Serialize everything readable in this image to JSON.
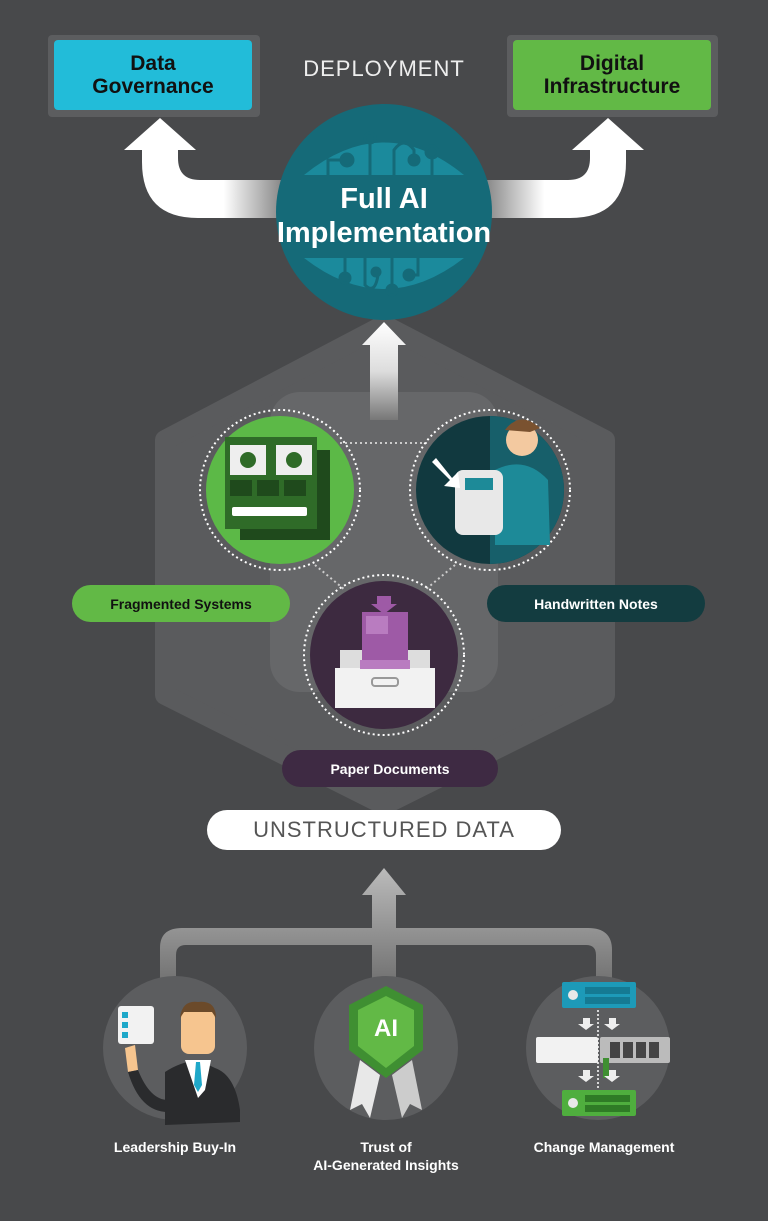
{
  "deployment": {
    "heading": "DEPLOYMENT",
    "left_box": {
      "line1": "Data",
      "line2": "Governance"
    },
    "right_box": {
      "line1": "Digital",
      "line2": "Infrastructure"
    },
    "center": {
      "line1": "Full AI",
      "line2": "Implementation"
    }
  },
  "challenges": {
    "items": [
      {
        "label": "Fragmented Systems"
      },
      {
        "label": "Handwritten Notes"
      },
      {
        "label": "Paper Documents"
      }
    ],
    "section_label": "UNSTRUCTURED DATA"
  },
  "foundations": {
    "items": [
      {
        "line1": "Leadership Buy-In",
        "line2": ""
      },
      {
        "line1": "Trust of",
        "line2": "AI-Generated Insights"
      },
      {
        "line1": "Change Management",
        "line2": ""
      }
    ],
    "badge_text": "AI"
  },
  "colors": {
    "background": "#48494b",
    "cyan": "#22bcd9",
    "green": "#62b946",
    "teal": "#156a78",
    "dark_teal": "#133c40",
    "purple": "#3e2a43"
  }
}
